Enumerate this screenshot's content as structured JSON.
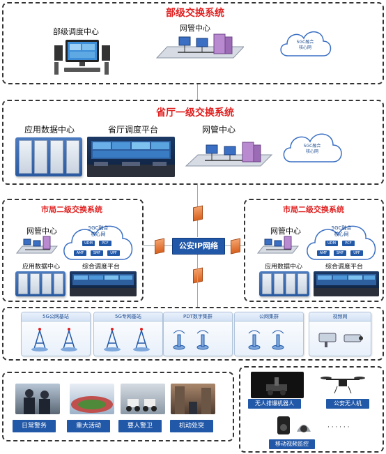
{
  "ministry": {
    "title": "部级交换系统",
    "dispatch_center": "部级调度中心",
    "netmgmt": "网管中心",
    "cloud": [
      "5GC融合",
      "核心网"
    ]
  },
  "province": {
    "title": "省厅一级交换系统",
    "app_data_center": "应用数据中心",
    "dispatch_platform": "省厅调度平台",
    "netmgmt": "网管中心",
    "cloud": [
      "5GC融合",
      "核心网"
    ]
  },
  "city_left": {
    "title": "市局二级交换系统",
    "netmgmt": "网管中心",
    "cloud": [
      "5GC融合",
      "核心网"
    ],
    "modules": [
      "AMF",
      "SMF",
      "UPF"
    ],
    "modules_top": [
      "UDM",
      "PCF"
    ],
    "app_data_center": "应用数据中心",
    "dispatch_platform": "综合调度平台"
  },
  "city_right": {
    "title": "市局二级交换系统",
    "netmgmt": "网管中心",
    "cloud": [
      "5GC融合",
      "核心网"
    ],
    "modules": [
      "AMF",
      "SMF",
      "UPF"
    ],
    "modules_top": [
      "UDM",
      "PCF"
    ],
    "app_data_center": "应用数据中心",
    "dispatch_platform": "综合调度平台"
  },
  "center": {
    "label": "公安IP网络"
  },
  "access": [
    {
      "label": "5G公网基站"
    },
    {
      "label": "5G专网基站"
    },
    {
      "label": "PDT数字集群"
    },
    {
      "label": "公网集群"
    },
    {
      "label": "视频网"
    }
  ],
  "scenarios": [
    {
      "label": "日常警务"
    },
    {
      "label": "重大活动"
    },
    {
      "label": "要人警卫"
    },
    {
      "label": "机动处突"
    }
  ],
  "devices": {
    "robot": "无人排爆机器人",
    "drone": "公安无人机",
    "video": "移动视频监控",
    "more": "· · · · · ·"
  },
  "colors": {
    "title_red": "#e02020",
    "brand_blue": "#2258a8",
    "cloud_blue": "#1c4b8f"
  }
}
